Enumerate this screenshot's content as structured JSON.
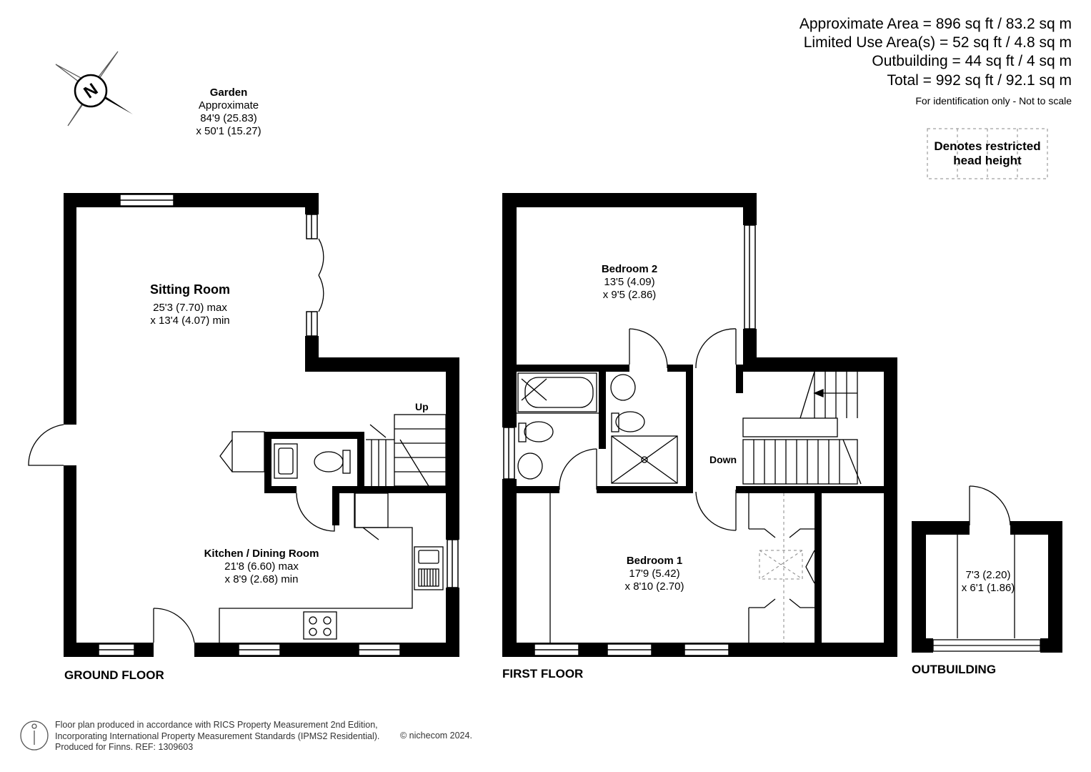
{
  "areas": {
    "approximate": "Approximate Area = 896 sq ft / 83.2 sq m",
    "limited": "Limited Use Area(s) = 52 sq ft / 4.8 sq m",
    "outbuilding": "Outbuilding = 44 sq ft / 4 sq m",
    "total": "Total = 992 sq ft / 92.1 sq m",
    "note": "For identification only - Not to scale"
  },
  "legend": {
    "line1": "Denotes restricted",
    "line2": "head height"
  },
  "compass": {
    "letter": "N",
    "icon": "north-arrow-icon"
  },
  "garden": {
    "name": "Garden",
    "line1": "Approximate",
    "line2": "84'9 (25.83)",
    "line3": "x 50'1 (15.27)"
  },
  "rooms": {
    "sitting": {
      "name": "Sitting Room",
      "dim1": "25'3 (7.70) max",
      "dim2": "x 13'4 (4.07) min"
    },
    "kitchen": {
      "name": "Kitchen / Dining Room",
      "dim1": "21'8 (6.60) max",
      "dim2": "x 8'9 (2.68) min"
    },
    "bedroom2": {
      "name": "Bedroom 2",
      "dim1": "13'5 (4.09)",
      "dim2": "x 9'5 (2.86)"
    },
    "bedroom1": {
      "name": "Bedroom 1",
      "dim1": "17'9 (5.42)",
      "dim2": "x 8'10 (2.70)"
    },
    "outbuilding": {
      "dim1": "7'3 (2.20)",
      "dim2": "x 6'1 (1.86)"
    }
  },
  "stairs": {
    "up": "Up",
    "down": "Down"
  },
  "floors": {
    "ground": "GROUND FLOOR",
    "first": "FIRST FLOOR",
    "outbuilding": "OUTBUILDING"
  },
  "footer": {
    "line1": "Floor plan produced in accordance with RICS Property Measurement 2nd Edition,",
    "line2": "Incorporating International Property Measurement Standards (IPMS2 Residential).",
    "line3": "Produced for Finns.   REF: 1309603",
    "copyright": "© nichecom 2024.",
    "icon": "person-icon"
  },
  "colors": {
    "wall": "#000000",
    "background": "#ffffff",
    "text": "#000000",
    "footer_text": "#333333",
    "dashed": "#888888"
  }
}
